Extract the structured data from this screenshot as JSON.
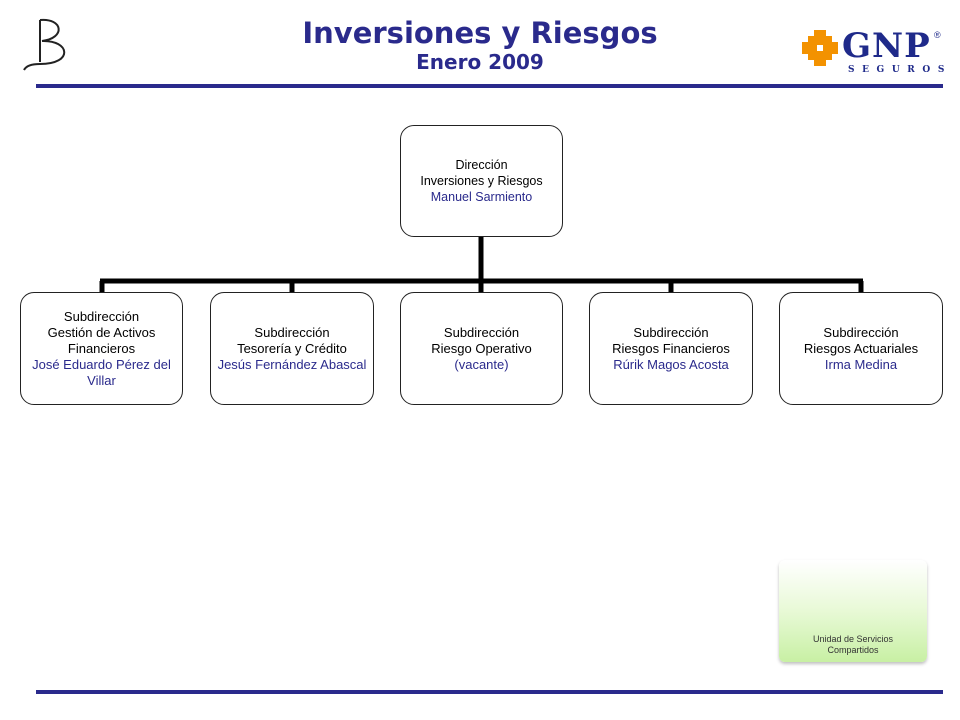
{
  "header": {
    "title": "Inversiones y Riesgos",
    "subtitle": "Enero 2009"
  },
  "brand": {
    "left_logo_icon": "b-monogram-icon",
    "right_logo": {
      "name": "GNP",
      "tagline": "SEGUROS",
      "mark": "®",
      "icon": "gnp-cross-icon"
    },
    "colors": {
      "title": "#2a2a8c",
      "rule": "#2a2a8c",
      "logo_orange": "#f39200",
      "logo_blue": "#1f2a8a"
    }
  },
  "org": {
    "root": {
      "line1": "Dirección",
      "line2": "Inversiones y Riesgos",
      "name": "Manuel Sarmiento"
    },
    "children": [
      {
        "line1": "Subdirección",
        "line2": "Gestión de Activos Financieros",
        "name": "José Eduardo Pérez del Villar"
      },
      {
        "line1": "Subdirección",
        "line2": "Tesorería  y Crédito",
        "name": "Jesús Fernández Abascal"
      },
      {
        "line1": "Subdirección",
        "line2": "Riesgo Operativo",
        "name": "(vacante)"
      },
      {
        "line1": "Subdirección",
        "line2": "Riesgos Financieros",
        "name": "Rúrik Magos Acosta"
      },
      {
        "line1": "Subdirección",
        "line2": "Riesgos Actuariales",
        "name": "Irma Medina"
      }
    ]
  },
  "footer_box": {
    "label": "Unidad de Servicios Compartidos"
  }
}
